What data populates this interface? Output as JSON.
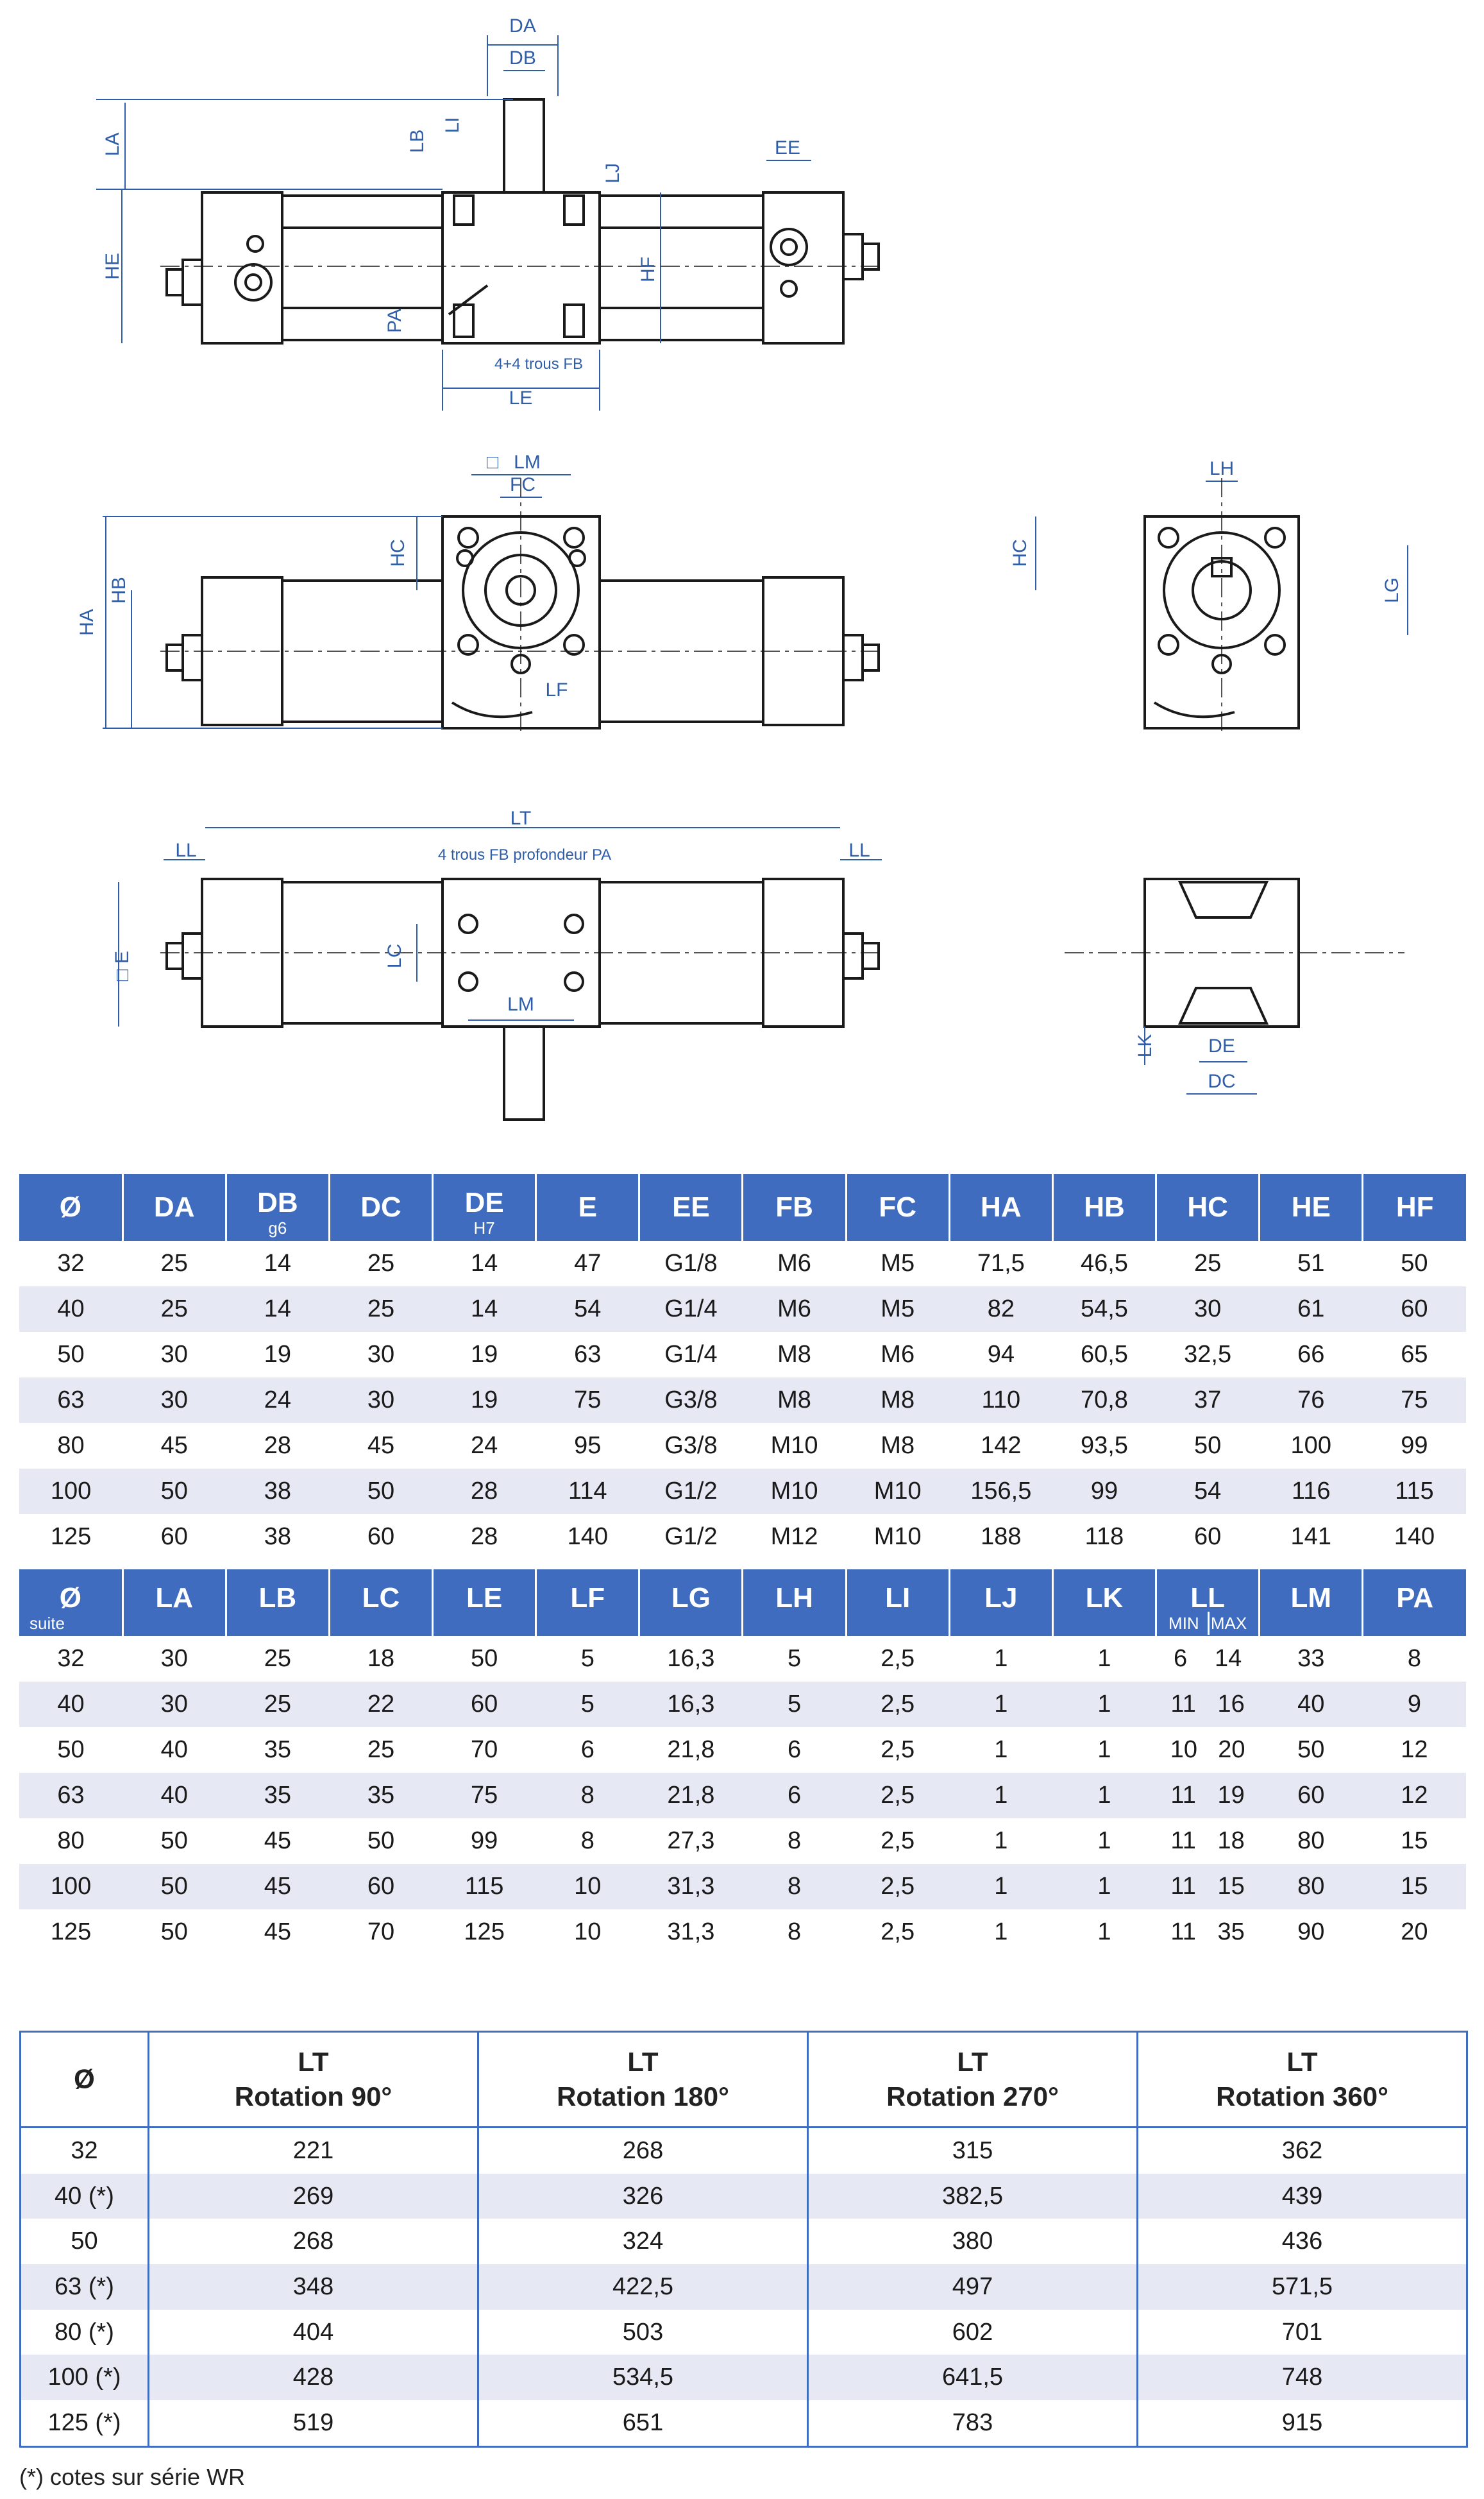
{
  "drawing_labels": {
    "top_view": [
      "DA",
      "DB",
      "LA",
      "LB",
      "LI",
      "LJ",
      "EE",
      "HE",
      "HF",
      "PA",
      "LE"
    ],
    "top_view_note": "4+4 trous FB",
    "front_view": [
      "LM",
      "FC",
      "HC",
      "HA",
      "HB",
      "LF"
    ],
    "side_view": [
      "LH",
      "HC",
      "LG"
    ],
    "bottom_view": [
      "LT",
      "LL",
      "LL",
      "E",
      "LC",
      "LM"
    ],
    "bottom_view_note": "4 trous FB profondeur PA",
    "section_view": [
      "LK",
      "DE",
      "DC"
    ],
    "lm_square_symbol": "□"
  },
  "table1": {
    "headers": [
      {
        "label": "Ø",
        "sub": ""
      },
      {
        "label": "DA",
        "sub": ""
      },
      {
        "label": "DB",
        "sub": "g6"
      },
      {
        "label": "DC",
        "sub": ""
      },
      {
        "label": "DE",
        "sub": "H7"
      },
      {
        "label": "E",
        "sub": ""
      },
      {
        "label": "EE",
        "sub": ""
      },
      {
        "label": "FB",
        "sub": ""
      },
      {
        "label": "FC",
        "sub": ""
      },
      {
        "label": "HA",
        "sub": ""
      },
      {
        "label": "HB",
        "sub": ""
      },
      {
        "label": "HC",
        "sub": ""
      },
      {
        "label": "HE",
        "sub": ""
      },
      {
        "label": "HF",
        "sub": ""
      }
    ],
    "rows": [
      [
        "32",
        "25",
        "14",
        "25",
        "14",
        "47",
        "G1/8",
        "M6",
        "M5",
        "71,5",
        "46,5",
        "25",
        "51",
        "50"
      ],
      [
        "40",
        "25",
        "14",
        "25",
        "14",
        "54",
        "G1/4",
        "M6",
        "M5",
        "82",
        "54,5",
        "30",
        "61",
        "60"
      ],
      [
        "50",
        "30",
        "19",
        "30",
        "19",
        "63",
        "G1/4",
        "M8",
        "M6",
        "94",
        "60,5",
        "32,5",
        "66",
        "65"
      ],
      [
        "63",
        "30",
        "24",
        "30",
        "19",
        "75",
        "G3/8",
        "M8",
        "M8",
        "110",
        "70,8",
        "37",
        "76",
        "75"
      ],
      [
        "80",
        "45",
        "28",
        "45",
        "24",
        "95",
        "G3/8",
        "M10",
        "M8",
        "142",
        "93,5",
        "50",
        "100",
        "99"
      ],
      [
        "100",
        "50",
        "38",
        "50",
        "28",
        "114",
        "G1/2",
        "M10",
        "M10",
        "156,5",
        "99",
        "54",
        "116",
        "115"
      ],
      [
        "125",
        "60",
        "38",
        "60",
        "28",
        "140",
        "G1/2",
        "M12",
        "M10",
        "188",
        "118",
        "60",
        "141",
        "140"
      ]
    ]
  },
  "table2": {
    "headers": [
      {
        "label": "Ø",
        "sub": "suite"
      },
      {
        "label": "LA",
        "sub": ""
      },
      {
        "label": "LB",
        "sub": ""
      },
      {
        "label": "LC",
        "sub": ""
      },
      {
        "label": "LE",
        "sub": ""
      },
      {
        "label": "LF",
        "sub": ""
      },
      {
        "label": "LG",
        "sub": ""
      },
      {
        "label": "LH",
        "sub": ""
      },
      {
        "label": "LI",
        "sub": ""
      },
      {
        "label": "LJ",
        "sub": ""
      },
      {
        "label": "LK",
        "sub": ""
      },
      {
        "label": "LL",
        "sub_min": "MIN",
        "sub_max": "MAX"
      },
      {
        "label": "LM",
        "sub": ""
      },
      {
        "label": "PA",
        "sub": ""
      }
    ],
    "rows": [
      [
        "32",
        "30",
        "25",
        "18",
        "50",
        "5",
        "16,3",
        "5",
        "2,5",
        "1",
        "1",
        "6",
        "14",
        "33",
        "8"
      ],
      [
        "40",
        "30",
        "25",
        "22",
        "60",
        "5",
        "16,3",
        "5",
        "2,5",
        "1",
        "1",
        "11",
        "16",
        "40",
        "9"
      ],
      [
        "50",
        "40",
        "35",
        "25",
        "70",
        "6",
        "21,8",
        "6",
        "2,5",
        "1",
        "1",
        "10",
        "20",
        "50",
        "12"
      ],
      [
        "63",
        "40",
        "35",
        "35",
        "75",
        "8",
        "21,8",
        "6",
        "2,5",
        "1",
        "1",
        "11",
        "19",
        "60",
        "12"
      ],
      [
        "80",
        "50",
        "45",
        "50",
        "99",
        "8",
        "27,3",
        "8",
        "2,5",
        "1",
        "1",
        "11",
        "18",
        "80",
        "15"
      ],
      [
        "100",
        "50",
        "45",
        "60",
        "115",
        "10",
        "31,3",
        "8",
        "2,5",
        "1",
        "1",
        "11",
        "15",
        "80",
        "15"
      ],
      [
        "125",
        "50",
        "45",
        "70",
        "125",
        "10",
        "31,3",
        "8",
        "2,5",
        "1",
        "1",
        "11",
        "35",
        "90",
        "20"
      ]
    ]
  },
  "table3": {
    "headers": [
      {
        "line1": "Ø",
        "line2": ""
      },
      {
        "line1": "LT",
        "line2": "Rotation 90°"
      },
      {
        "line1": "LT",
        "line2": "Rotation 180°"
      },
      {
        "line1": "LT",
        "line2": "Rotation 270°"
      },
      {
        "line1": "LT",
        "line2": "Rotation 360°"
      }
    ],
    "rows": [
      [
        "32",
        "221",
        "268",
        "315",
        "362"
      ],
      [
        "40 (*)",
        "269",
        "326",
        "382,5",
        "439"
      ],
      [
        "50",
        "268",
        "324",
        "380",
        "436"
      ],
      [
        "63 (*)",
        "348",
        "422,5",
        "497",
        "571,5"
      ],
      [
        "80 (*)",
        "404",
        "503",
        "602",
        "701"
      ],
      [
        "100 (*)",
        "428",
        "534,5",
        "641,5",
        "748"
      ],
      [
        "125 (*)",
        "519",
        "651",
        "783",
        "915"
      ]
    ]
  },
  "footnote": "(*) cotes sur série WR",
  "colors": {
    "header_blue": "#3f6cbf",
    "stripe": "#e6e8f3",
    "dim_blue": "#2f5da8"
  }
}
